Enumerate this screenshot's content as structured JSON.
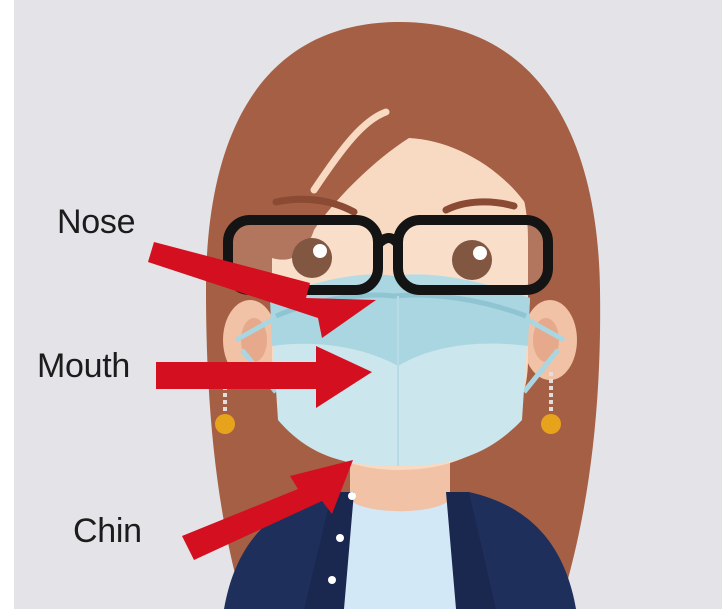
{
  "labels": {
    "nose": "Nose",
    "mouth": "Mouth",
    "chin": "Chin"
  },
  "colors": {
    "background": "#e4e4e8",
    "hair": "#a55f44",
    "skin": "#f8d9c1",
    "mask": "#a9d6e0",
    "glasses": "#141414",
    "arrow": "#d40f1f",
    "jacket": "#1f2f5c",
    "shirt": "#d3e8f7",
    "earring": "#e8a31c"
  },
  "icons": [
    "woman-wearing-mask-illustration",
    "arrow-right-icon"
  ]
}
